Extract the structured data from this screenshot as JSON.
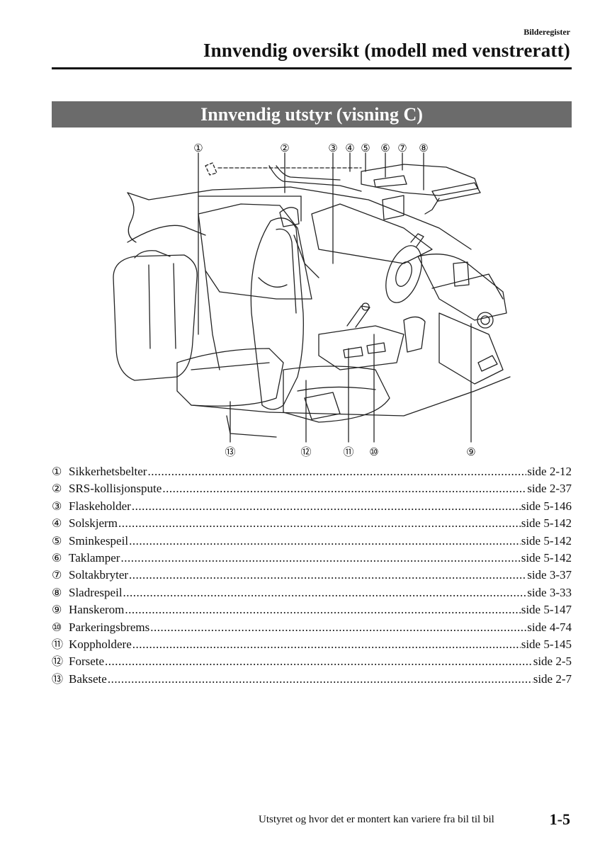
{
  "header": {
    "section": "Bilderegister",
    "title": "Innvendig oversikt (modell med venstreratt)"
  },
  "section_title": "Innvendig utstyr (visning C)",
  "callouts_top": [
    "①",
    "②",
    "③",
    "④",
    "⑤",
    "⑥",
    "⑦",
    "⑧"
  ],
  "callouts_bottom": [
    "⑬",
    "⑫",
    "⑪",
    "⑩",
    "⑨"
  ],
  "legend": [
    {
      "num": "①",
      "label": "Sikkerhetsbelter",
      "page": "side 2-12"
    },
    {
      "num": "②",
      "label": "SRS-kollisjonspute",
      "page": "side 2-37"
    },
    {
      "num": "③",
      "label": "Flaskeholder",
      "page": "side 5-146"
    },
    {
      "num": "④",
      "label": "Solskjerm",
      "page": "side 5-142"
    },
    {
      "num": "⑤",
      "label": "Sminkespeil",
      "page": "side 5-142"
    },
    {
      "num": "⑥",
      "label": "Taklamper",
      "page": "side 5-142"
    },
    {
      "num": "⑦",
      "label": "Soltakbryter",
      "page": "side 3-37"
    },
    {
      "num": "⑧",
      "label": "Sladrespeil",
      "page": "side 3-33"
    },
    {
      "num": "⑨",
      "label": "Hanskerom",
      "page": "side 5-147"
    },
    {
      "num": "⑩",
      "label": "Parkeringsbrems",
      "page": "side 4-74"
    },
    {
      "num": "⑪",
      "label": "Koppholdere",
      "page": "side 5-145"
    },
    {
      "num": "⑫",
      "label": "Forsete",
      "page": "side 2-5"
    },
    {
      "num": "⑬",
      "label": "Baksete",
      "page": "side 2-7"
    }
  ],
  "footer": {
    "note": "Utstyret og hvor det er montert kan variere fra bil til bil",
    "page_number": "1-5"
  }
}
